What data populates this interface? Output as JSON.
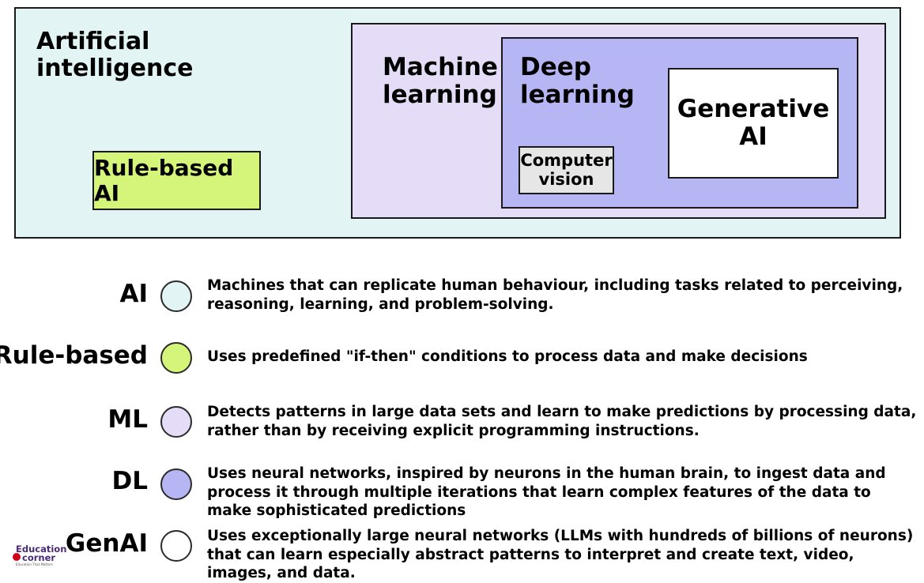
{
  "diagram": {
    "ai_label": "Artificial\nintelligence",
    "rule_based_label": "Rule-based AI",
    "ml_label": "Machine\nlearning",
    "dl_label": "Deep\nlearning",
    "cv_label": "Computer\nvision",
    "genai_label": "Generative\nAI"
  },
  "legend": [
    {
      "term": "AI",
      "color": "#e2f4f3",
      "description": "Machines that can replicate human behaviour, including tasks related to perceiving, reasoning, learning, and problem-solving."
    },
    {
      "term": "Rule-based",
      "color": "#d4f57a",
      "description": "Uses predefined \"if-then\" conditions to process data and make decisions"
    },
    {
      "term": "ML",
      "color": "#e5dcf7",
      "description": "Detects patterns in large data sets and learn to make predictions by processing data, rather than by receiving explicit programming instructions."
    },
    {
      "term": "DL",
      "color": "#b7b6f4",
      "description": "Uses neural networks, inspired by neurons in the human brain, to ingest data and process it through multiple iterations that learn complex features of the data to make sophisticated predictions"
    },
    {
      "term": "GenAI",
      "color": "#ffffff",
      "description": "Uses exceptionally large neural networks (LLMs with hundreds of billions of neurons) that can learn especially abstract patterns to interpret and create text, video, images, and data."
    }
  ],
  "logo": {
    "line1": "Education",
    "line2": "corner",
    "tagline": "Education That Matters"
  }
}
